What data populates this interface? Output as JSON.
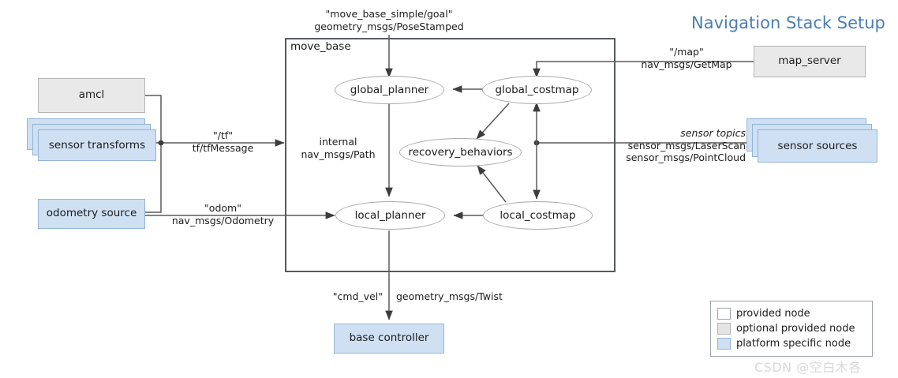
{
  "title": "Navigation Stack Setup",
  "watermark": "CSDN @空白木各",
  "container": {
    "label": "move_base"
  },
  "internal_nodes": [
    {
      "id": "global_planner",
      "label": "global_planner"
    },
    {
      "id": "global_costmap",
      "label": "global_costmap"
    },
    {
      "id": "recovery_behaviors",
      "label": "recovery_behaviors"
    },
    {
      "id": "local_planner",
      "label": "local_planner"
    },
    {
      "id": "local_costmap",
      "label": "local_costmap"
    }
  ],
  "external_nodes": [
    {
      "id": "amcl",
      "label": "amcl",
      "kind": "optional provided node"
    },
    {
      "id": "sensor_transforms",
      "label": "sensor transforms",
      "kind": "platform specific node",
      "stacked": true
    },
    {
      "id": "odometry_source",
      "label": "odometry source",
      "kind": "platform specific node"
    },
    {
      "id": "map_server",
      "label": "map_server",
      "kind": "optional provided node"
    },
    {
      "id": "sensor_sources",
      "label": "sensor sources",
      "kind": "platform specific node",
      "stacked": true
    },
    {
      "id": "base_controller",
      "label": "base controller",
      "kind": "platform specific node"
    }
  ],
  "edge_labels": {
    "goal": {
      "topic": "\"move_base_simple/goal\"",
      "type": "geometry_msgs/PoseStamped"
    },
    "tf": {
      "topic": "\"/tf\"",
      "type": "tf/tfMessage"
    },
    "odom": {
      "topic": "\"odom\"",
      "type": "nav_msgs/Odometry"
    },
    "internal_path": {
      "topic": "internal",
      "type": "nav_msgs/Path"
    },
    "map": {
      "topic": "\"/map\"",
      "type": "nav_msgs/GetMap"
    },
    "sensor_topics": {
      "topic": "sensor topics",
      "type1": "sensor_msgs/LaserScan",
      "type2": "sensor_msgs/PointCloud"
    },
    "cmd_vel": {
      "topic": "\"cmd_vel\"",
      "type": "geometry_msgs/Twist"
    }
  },
  "legend": {
    "items": [
      {
        "label": "provided node",
        "swatch": "white"
      },
      {
        "label": "optional provided node",
        "swatch": "gray"
      },
      {
        "label": "platform specific node",
        "swatch": "blue"
      }
    ]
  },
  "colors": {
    "title": "#4a7eb5",
    "provided_node": "#ffffff",
    "optional_node": "#e9e9e9",
    "platform_node": "#cfe0f3",
    "edge": "#5a5a5a",
    "container_border": "#555b60"
  }
}
